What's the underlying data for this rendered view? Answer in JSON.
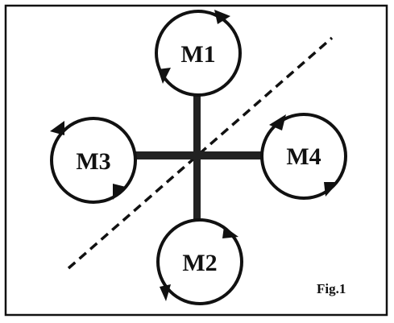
{
  "figure": {
    "caption": "Fig.1",
    "motors": [
      {
        "id": "m1",
        "label": "M1",
        "arrow_direction": "clockwise"
      },
      {
        "id": "m2",
        "label": "M2",
        "arrow_direction": "clockwise"
      },
      {
        "id": "m3",
        "label": "M3",
        "arrow_direction": "clockwise"
      },
      {
        "id": "m4",
        "label": "M4",
        "arrow_direction": "clockwise"
      }
    ],
    "colors": {
      "ink": "#111111",
      "background": "#ffffff"
    }
  }
}
